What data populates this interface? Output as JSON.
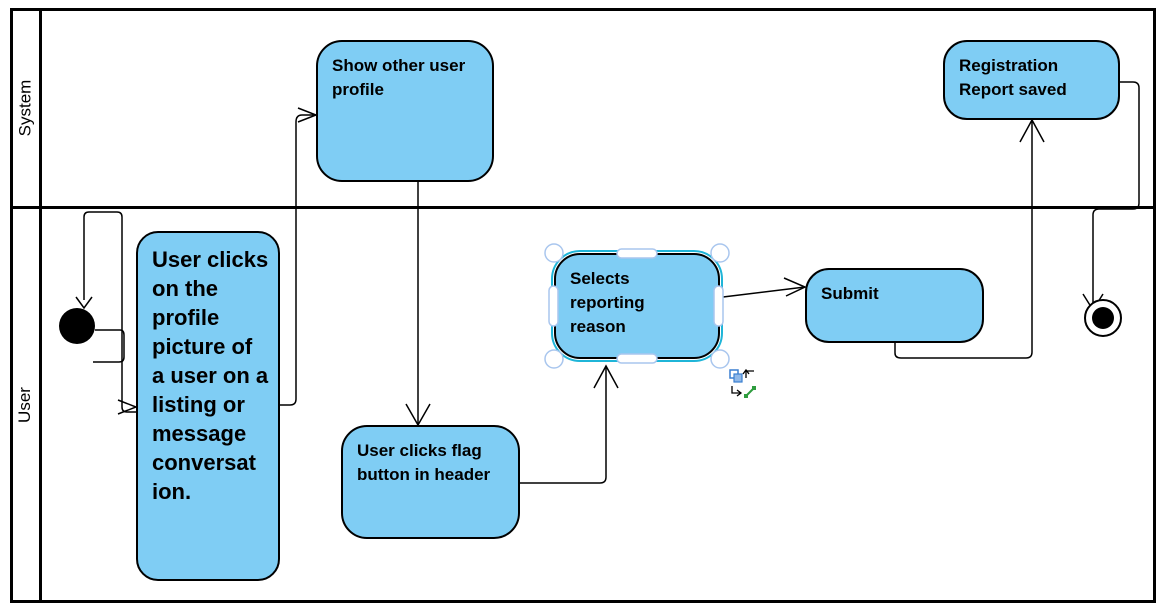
{
  "lanes": {
    "system": "System",
    "user": "User"
  },
  "nodes": {
    "user_clicks_profile": "User clicks on the profile picture of a user on a listing or message conversat ion.",
    "show_other_profile": "Show other user profile",
    "user_clicks_flag": "User clicks flag button in header",
    "selects_reason": "Selects reporting reason",
    "submit": "Submit",
    "registration_saved": "Registration Report saved"
  },
  "colors": {
    "node_fill": "#7fcdf4",
    "selection": "#1fb5d8",
    "handle": "#a9c6ee"
  }
}
